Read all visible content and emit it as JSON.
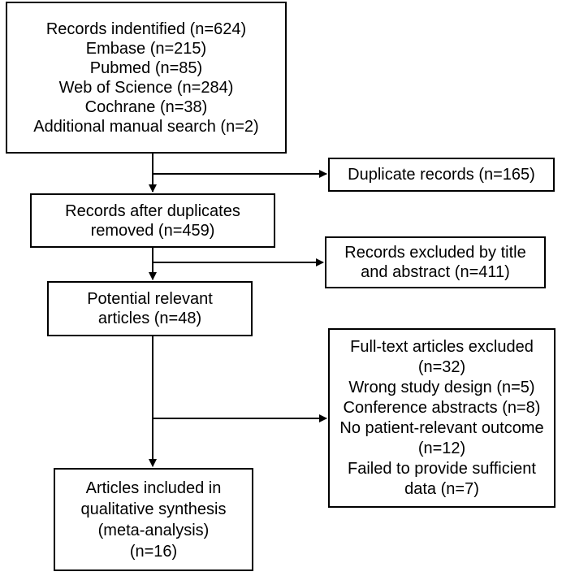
{
  "boxes": {
    "identified": {
      "lines": [
        "Records indentified (n=624)",
        "Embase (n=215)",
        "Pubmed (n=85)",
        "Web of Science (n=284)",
        "Cochrane (n=38)",
        "Additional manual search (n=2)"
      ]
    },
    "duplicates": {
      "lines": [
        "Duplicate records (n=165)"
      ]
    },
    "after_duplicates": {
      "lines": [
        "Records after duplicates",
        "removed (n=459)"
      ]
    },
    "excluded_title": {
      "lines": [
        "Records excluded by title",
        "and abstract (n=411)"
      ]
    },
    "potential": {
      "lines": [
        "Potential relevant",
        "articles (n=48)"
      ]
    },
    "fulltext_excluded": {
      "lines": [
        "Full-text articles excluded",
        "(n=32)",
        "Wrong study design (n=5)",
        "Conference abstracts (n=8)",
        "No patient-relevant outcome",
        "(n=12)",
        "Failed to provide sufficient",
        "data (n=7)"
      ]
    },
    "included": {
      "lines": [
        "Articles included in",
        "qualitative synthesis",
        "(meta-analysis)",
        "(n=16)"
      ]
    }
  }
}
